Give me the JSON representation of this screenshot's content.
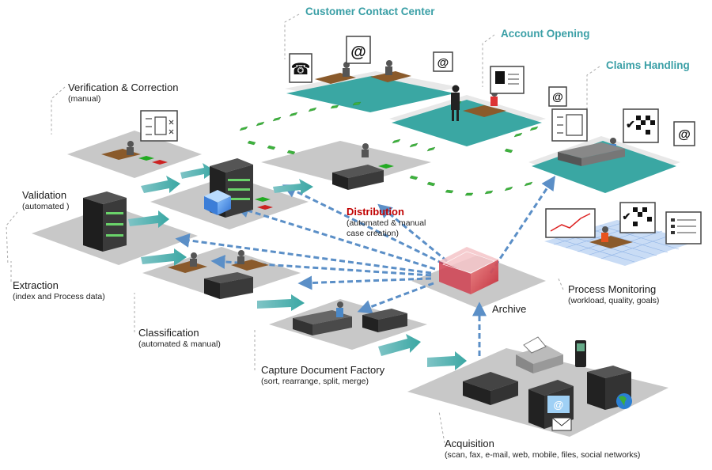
{
  "labels": {
    "customer_contact": {
      "title": "Customer Contact Center"
    },
    "account_opening": {
      "title": "Account Opening"
    },
    "claims_handling": {
      "title": "Claims Handling"
    },
    "verification": {
      "title": "Verification & Correction",
      "sub": "(manual)"
    },
    "validation": {
      "title": "Validation",
      "sub": "(automated )"
    },
    "distribution": {
      "title": "Distribution",
      "sub1": "(automated & manual",
      "sub2": "case creation)"
    },
    "extraction": {
      "title": "Extraction",
      "sub": "(index and Process  data)"
    },
    "classification": {
      "title": "Classification",
      "sub": "(automated & manual)"
    },
    "capture": {
      "title": "Capture Document Factory",
      "sub": "(sort, rearrange, split, merge)"
    },
    "archive": {
      "title": "Archive"
    },
    "process_monitoring": {
      "title": "Process Monitoring",
      "sub": "(workload, quality, goals)"
    },
    "acquisition": {
      "title": "Acquisition",
      "sub": "(scan, fax, e-mail, web, mobile, files, social networks)"
    }
  },
  "colors": {
    "teal": "#3a9fa6",
    "platform_gray": "#c8c8c8",
    "platform_teal": "#3aa7a3",
    "arrow_blue": "#5b8fc7",
    "flow_green": "#3db33d",
    "distribution_red": "#c00000",
    "monitor_grid": "#a8c8ef"
  },
  "icons": {
    "phone_sign": "☎",
    "email_sign": "@",
    "checklist_sign": "checklist",
    "crossword_sign": "crossword"
  }
}
